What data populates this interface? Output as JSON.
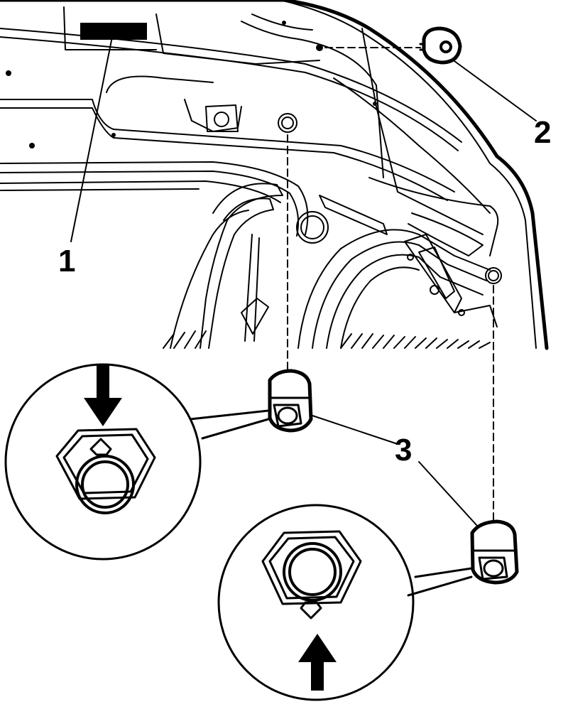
{
  "callouts": {
    "one": "1",
    "two": "2",
    "three": "3"
  },
  "colors": {
    "line": "#000000",
    "background": "#ffffff"
  },
  "icons": {
    "upper_arrow": "arrow-down-icon",
    "lower_arrow": "arrow-up-icon"
  }
}
